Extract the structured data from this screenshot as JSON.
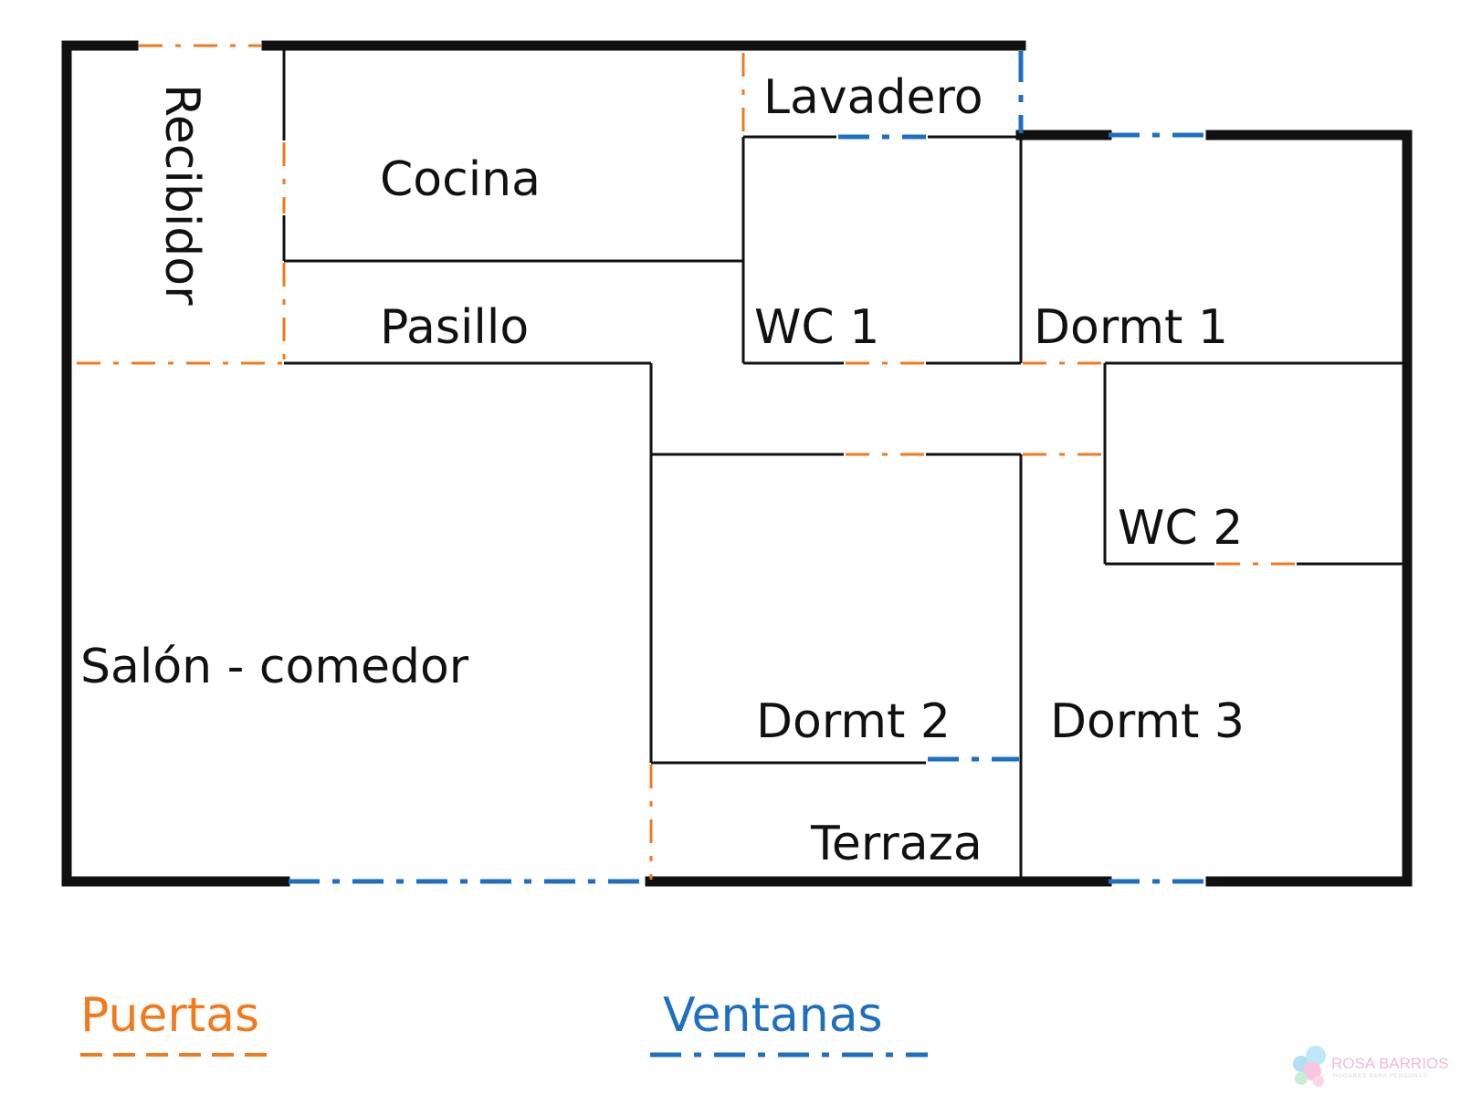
{
  "rooms": {
    "recibidor": "Recibidor",
    "cocina": "Cocina",
    "lavadero": "Lavadero",
    "pasillo": "Pasillo",
    "wc1": "WC 1",
    "dormt1": "Dormt 1",
    "wc2": "WC 2",
    "salon": "Salón - comedor",
    "dormt2": "Dormt 2",
    "dormt3": "Dormt 3",
    "terraza": "Terraza"
  },
  "legend": {
    "doors": "Puertas",
    "windows": "Ventanas"
  },
  "brand": {
    "name": "ROSA BARRIOS",
    "tagline": "HOGARES PARA PERSONAS"
  },
  "colors": {
    "wall": "#111111",
    "door": "#f07a1e",
    "window": "#1f6fc0",
    "brand": "#e8a5c8"
  }
}
